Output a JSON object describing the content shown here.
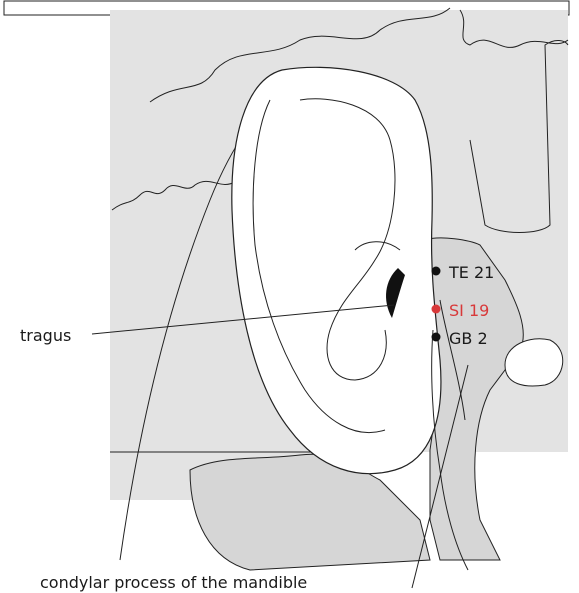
{
  "labels": {
    "te21": "TE 21",
    "si19": "SI 19",
    "gb2": "GB 2",
    "tragus": "tragus",
    "condylar": "condylar process of the mandible"
  },
  "colors": {
    "background": "#ffffff",
    "region_gray": "#e3e3e3",
    "outline": "#222222",
    "highlight_point": "#d8393a",
    "point": "#111111"
  }
}
